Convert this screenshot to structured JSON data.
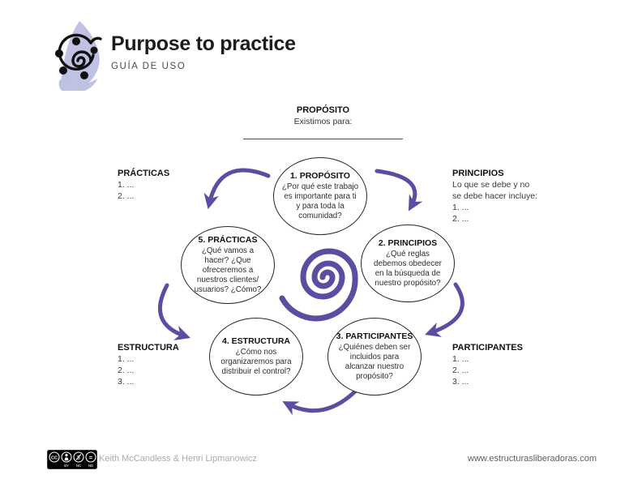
{
  "header": {
    "title": "Purpose to practice",
    "subtitle": "GUÍA DE USO"
  },
  "top_label": {
    "heading": "PROPÓSITO",
    "prompt": "Existimos para:"
  },
  "circles": [
    {
      "title": "1. PROPÓSITO",
      "body": "¿Por qué este trabajo es importante para ti y para toda la comunidad?"
    },
    {
      "title": "2. PRINCIPIOS",
      "body": "¿Qué reglas debemos obedecer en la búsqueda de nuestro propósito?"
    },
    {
      "title": "3. PARTICIPANTES",
      "body": "¿Quiénes deben ser incluidos para alcanzar nuestro propósito?"
    },
    {
      "title": "4. ESTRUCTURA",
      "body": "¿Cómo nos organizaremos para distribuir el control?"
    },
    {
      "title": "5. PRÁCTICAS",
      "body": "¿Qué vamos a hacer? ¿Que ofreceremos a nuestros clientes/ usuarios? ¿Cómo?"
    }
  ],
  "side_labels": [
    {
      "heading": "PRÁCTICAS",
      "lines": [
        "1. ...",
        "2. ..."
      ]
    },
    {
      "heading": "PRINCIPIOS",
      "lines": [
        "Lo que se debe y no",
        "se debe hacer incluye:",
        "1. ...",
        "2. ..."
      ]
    },
    {
      "heading": "ESTRUCTURA",
      "lines": [
        "1. ...",
        "2. ...",
        "3. ..."
      ]
    },
    {
      "heading": "PARTICIPANTES",
      "lines": [
        "1. ...",
        "2. ...",
        "3. ..."
      ]
    }
  ],
  "footer": {
    "credits": "Keith McCandless & Henri Lipmanowicz",
    "website": "www.estructurasliberadoras.com",
    "license": "CC BY-NC-ND",
    "license_parts": {
      "by": "BY",
      "nc": "NC",
      "nd": "ND"
    }
  },
  "colors": {
    "accent": "#5a4ea2",
    "logo": "#bfc2e2",
    "ink": "#1d1d1b"
  }
}
